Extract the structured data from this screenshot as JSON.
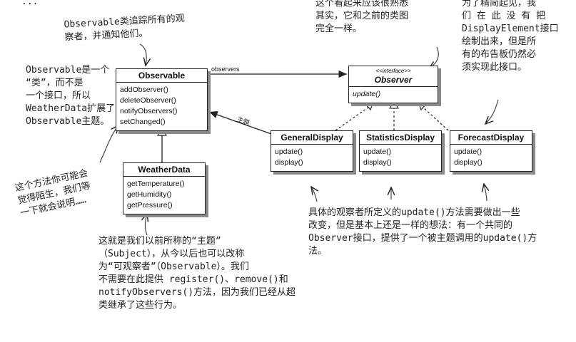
{
  "notes": {
    "top_partial_left": "...",
    "top_center": "这个看起来应该很熟悉\n其实，它和之前的类图\n完全一样。",
    "top_right": "为了精简起见，我\n们 在 此 没 有 把\nDisplayElement接口\n绘制出来，但是所\n有的布告板仍然必\n须实现此接口。",
    "observable_tracks": "Observable类追踪所有的观\n察者，并通知他们。",
    "observable_is_class": "Observable是一个\n“类”，而不是\n一个接口，所以\nWeatherData扩展了\nObservable主题。",
    "unfamiliar_method": "这个方法你可能会\n觉得陌生，我们等\n一下就会说明……",
    "update_note": "具体的观察者所定义的update()方法需要做出一些\n改变，但是基本上还是一样的想法：有一个共同的\nObserver接口，提供了一个被主题调用的update()方\n法。",
    "subject_note": "这就是我们以前所称的“主题”\n（Subject），从今以后也可以改称\n为“可观察者”（Observable）。我们\n不需要在此提供 register()、remove()和\nnotifyObservers()方法，因为我们已经从超\n类继承了这些行为。"
  },
  "classes": {
    "observable": {
      "name": "Observable",
      "methods": [
        "addObserver()",
        "deleteObserver()",
        "notifyObservers()",
        "setChanged()"
      ]
    },
    "observer": {
      "stereotype": "<<interface>>",
      "name": "Observer",
      "methods": [
        "update()"
      ]
    },
    "weatherdata": {
      "name": "WeatherData",
      "methods": [
        "getTemperature()",
        "getHumidity()",
        "getPressure()"
      ]
    },
    "general": {
      "name": "GeneralDisplay",
      "methods": [
        "update()",
        "display()"
      ]
    },
    "statistics": {
      "name": "StatisticsDisplay",
      "methods": [
        "update()",
        "display()"
      ]
    },
    "forecast": {
      "name": "ForecastDisplay",
      "methods": [
        "update()",
        "display()"
      ]
    }
  },
  "labels": {
    "observers": "observers",
    "subject": "主题"
  }
}
